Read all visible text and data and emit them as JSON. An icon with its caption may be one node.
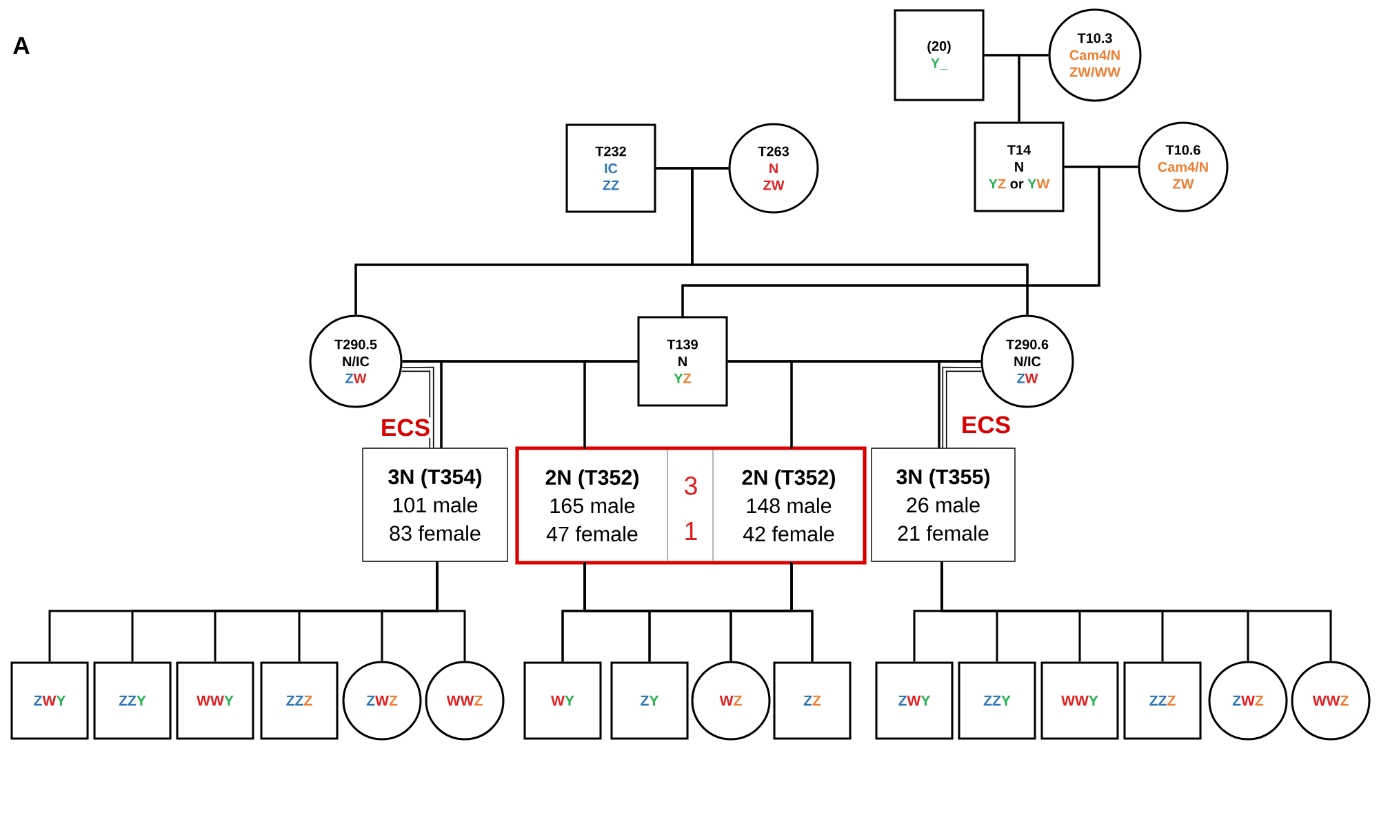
{
  "diagram": {
    "nodes": [
      {
        "text": [
          "(20)",
          "Y_"
        ]
      },
      {
        "text": [
          "T10.3",
          "Cam4/N",
          "ZW/WW"
        ]
      },
      {
        "text": [
          "T232",
          "IC",
          "ZZ"
        ]
      },
      {
        "text": [
          "T263",
          "N",
          "ZW"
        ]
      },
      {
        "text": [
          "T14",
          "N",
          "YZ or YW"
        ]
      },
      {
        "text": [
          "T10.6",
          "Cam4/N",
          "ZW"
        ]
      },
      {
        "text": [
          "T290.5",
          "N/IC",
          "ZW"
        ]
      },
      {
        "text": [
          "T139",
          "N",
          "YZ"
        ]
      },
      {
        "text": [
          "T290.6",
          "N/IC",
          "ZW"
        ]
      },
      {
        "text": [
          "3N (T354)",
          "101 male",
          "83 female"
        ]
      },
      {
        "text": [
          "3",
          "1"
        ]
      },
      {
        "text": [
          "2N (T352)",
          "165 male",
          "47 female"
        ],
        "in": 10
      },
      {
        "text": [
          "2N (T352)",
          "148 male",
          "42 female"
        ],
        "in": 10
      },
      {
        "text": [
          "3N (T355)",
          "26 male",
          "21 female"
        ]
      },
      {
        "text": [
          "ZWY"
        ]
      },
      {
        "text": [
          "ZZY"
        ]
      },
      {
        "text": [
          "WWY"
        ]
      },
      {
        "text": [
          "ZZZ"
        ]
      },
      {
        "text": [
          "ZWZ"
        ]
      },
      {
        "text": [
          "WWZ"
        ]
      },
      {
        "text": [
          "WY"
        ]
      },
      {
        "text": [
          "ZY"
        ]
      },
      {
        "text": [
          "WZ"
        ]
      },
      {
        "text": [
          "ZZ"
        ]
      },
      {
        "text": [
          "ZWY"
        ]
      },
      {
        "text": [
          "ZZY"
        ]
      },
      {
        "text": [
          "WWY"
        ]
      },
      {
        "text": [
          "ZZZ"
        ]
      },
      {
        "text": [
          "ZWZ"
        ]
      },
      {
        "text": [
          "WWZ"
        ]
      }
    ],
    "edges": [
      {
        "from": 0,
        "to": 1,
        "arrow": "none"
      },
      {
        "from": 0,
        "to": 4,
        "arrow": "none"
      },
      {
        "from": 1,
        "to": 4,
        "arrow": "none"
      },
      {
        "from": 2,
        "to": 3,
        "arrow": "none"
      },
      {
        "from": 4,
        "to": 5,
        "arrow": "none"
      },
      {
        "from": 2,
        "to": 6,
        "arrow": "none"
      },
      {
        "from": 3,
        "to": 6,
        "arrow": "none"
      },
      {
        "from": 2,
        "to": 8,
        "arrow": "none"
      },
      {
        "from": 3,
        "to": 8,
        "arrow": "none"
      },
      {
        "from": 4,
        "to": 7,
        "arrow": "none"
      },
      {
        "from": 5,
        "to": 7,
        "arrow": "none"
      },
      {
        "from": 6,
        "to": 7,
        "arrow": "none"
      },
      {
        "from": 7,
        "to": 8,
        "arrow": "none"
      },
      {
        "from": 6,
        "to": 9,
        "arrow": "none"
      },
      {
        "from": 7,
        "to": 9,
        "arrow": "none"
      },
      {
        "from": 6,
        "to": 9,
        "arrow": "none",
        "style": "thick",
        "label": "ECS"
      },
      {
        "from": 6,
        "to": 11,
        "arrow": "none"
      },
      {
        "from": 7,
        "to": 11,
        "arrow": "none"
      },
      {
        "from": 7,
        "to": 12,
        "arrow": "none"
      },
      {
        "from": 8,
        "to": 12,
        "arrow": "none"
      },
      {
        "from": 7,
        "to": 13,
        "arrow": "none"
      },
      {
        "from": 8,
        "to": 13,
        "arrow": "none"
      },
      {
        "from": 8,
        "to": 13,
        "arrow": "none",
        "style": "thick",
        "label": "ECS"
      },
      {
        "from": 9,
        "to": 14,
        "arrow": "none"
      },
      {
        "from": 9,
        "to": 15,
        "arrow": "none"
      },
      {
        "from": 9,
        "to": 16,
        "arrow": "none"
      },
      {
        "from": 9,
        "to": 17,
        "arrow": "none"
      },
      {
        "from": 9,
        "to": 18,
        "arrow": "none"
      },
      {
        "from": 9,
        "to": 19,
        "arrow": "none"
      },
      {
        "from": 11,
        "to": 20,
        "arrow": "none"
      },
      {
        "from": 11,
        "to": 21,
        "arrow": "none"
      },
      {
        "from": 11,
        "to": 22,
        "arrow": "none"
      },
      {
        "from": 11,
        "to": 23,
        "arrow": "none"
      },
      {
        "from": 12,
        "to": 20,
        "arrow": "none"
      },
      {
        "from": 12,
        "to": 21,
        "arrow": "none"
      },
      {
        "from": 12,
        "to": 22,
        "arrow": "none"
      },
      {
        "from": 12,
        "to": 23,
        "arrow": "none"
      },
      {
        "from": 13,
        "to": 24,
        "arrow": "none"
      },
      {
        "from": 13,
        "to": 25,
        "arrow": "none"
      },
      {
        "from": 13,
        "to": 26,
        "arrow": "none"
      },
      {
        "from": 13,
        "to": 27,
        "arrow": "none"
      },
      {
        "from": 13,
        "to": 28,
        "arrow": "none"
      },
      {
        "from": 13,
        "to": 29,
        "arrow": "none"
      }
    ],
    "labels": [
      "A"
    ]
  }
}
